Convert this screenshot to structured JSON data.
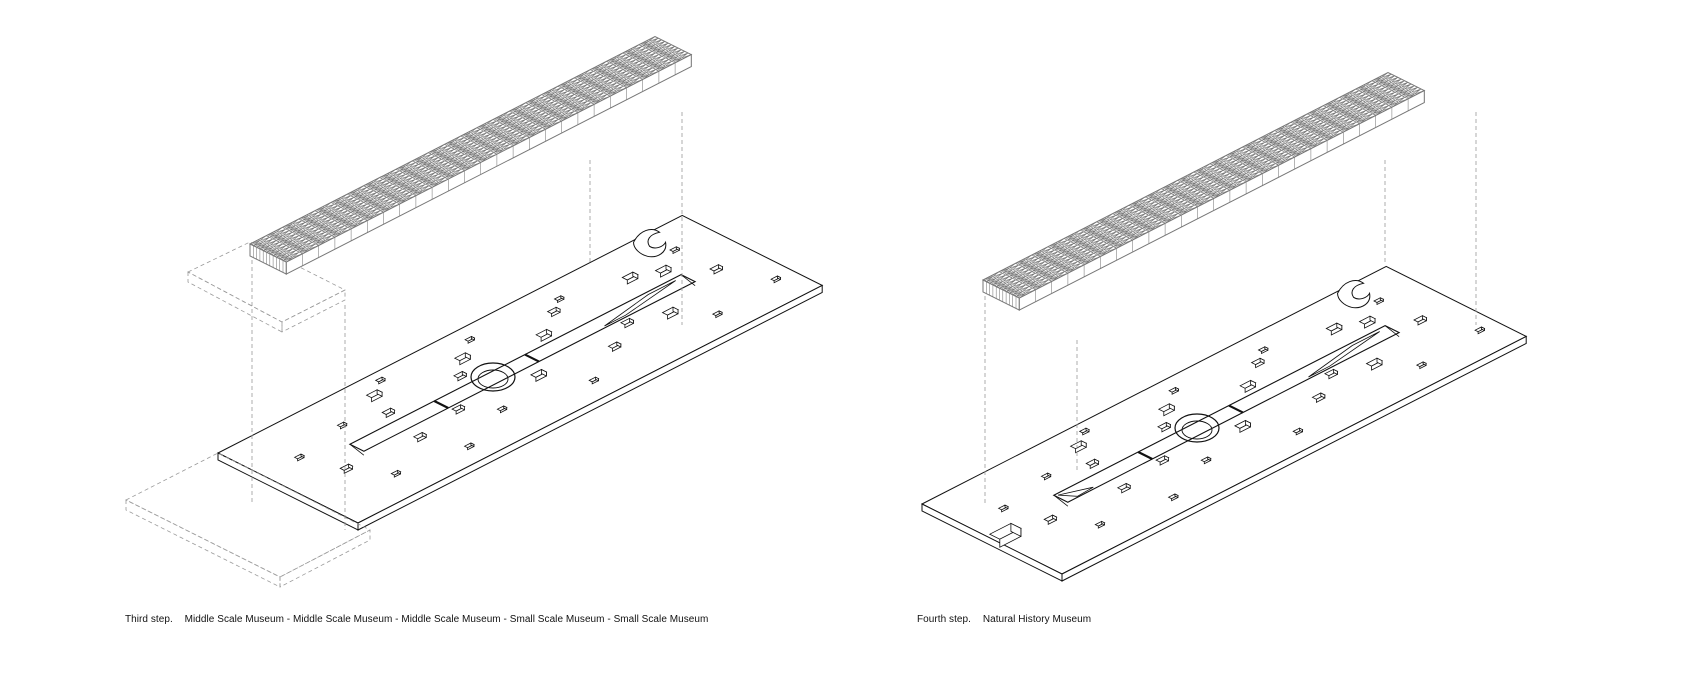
{
  "panels": [
    {
      "step_label": "Third step.",
      "caption": "Middle Scale Museum - Middle Scale Museum - Middle Scale Museum - Small Scale Museum - Small Scale Museum",
      "variant": "third"
    },
    {
      "step_label": "Fourth step.",
      "caption": "Natural History Museum",
      "variant": "fourth"
    }
  ],
  "colors": {
    "line": "#111111",
    "roof": "#777777",
    "guide": "#9a9a9a"
  }
}
